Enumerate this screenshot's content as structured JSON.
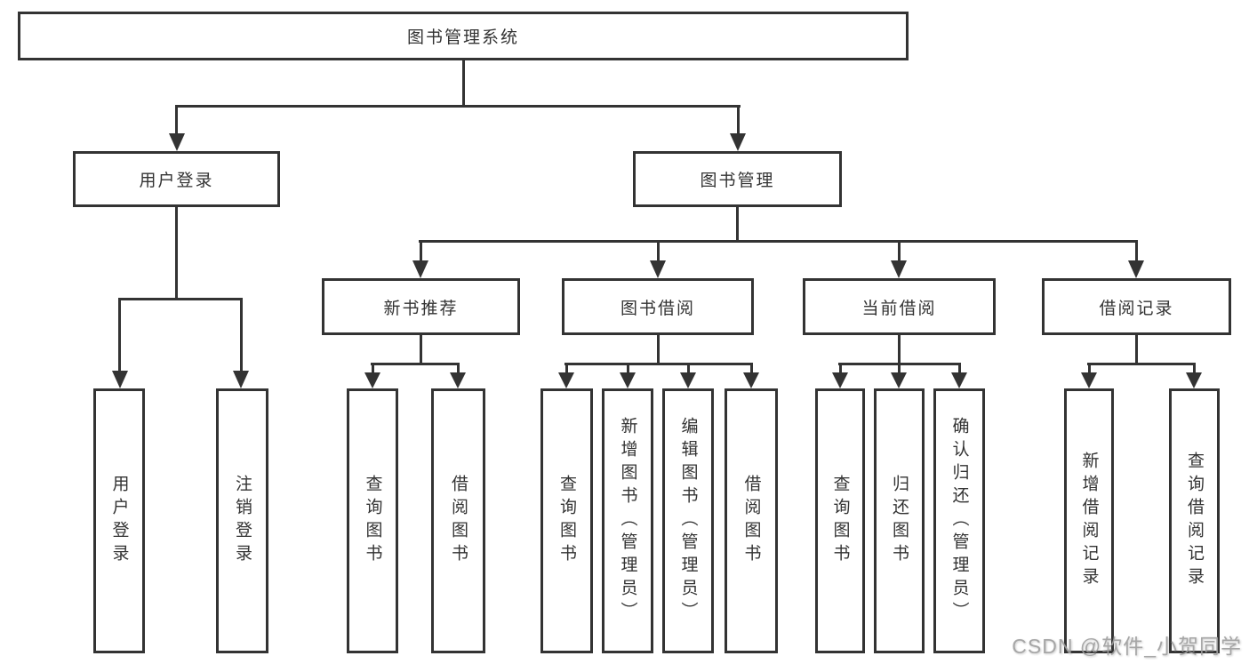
{
  "page": {
    "background": "#ffffff"
  },
  "colors": {
    "line": "#333333",
    "box_border": "#333333",
    "text": "#333333",
    "watermark": "#9f9f9f"
  },
  "watermark": {
    "text": "CSDN @软件_小贺同学"
  },
  "nodes": {
    "root": {
      "label": "图书管理系统"
    },
    "user_login": {
      "label": "用户登录"
    },
    "book_management": {
      "label": "图书管理"
    },
    "new_book_recommend": {
      "label": "新书推荐"
    },
    "book_borrow": {
      "label": "图书借阅"
    },
    "current_borrow": {
      "label": "当前借阅"
    },
    "borrow_records": {
      "label": "借阅记录"
    },
    "leaf_user_login": {
      "label": "用户登录"
    },
    "leaf_logout": {
      "label": "注销登录"
    },
    "leaf_query_book_a": {
      "label": "查询图书"
    },
    "leaf_borrow_book_a": {
      "label": "借阅图书"
    },
    "leaf_query_book_b": {
      "label": "查询图书"
    },
    "leaf_add_book": {
      "label": "新增图书（管理员）"
    },
    "leaf_edit_book": {
      "label": "编辑图书（管理员）"
    },
    "leaf_borrow_book_b": {
      "label": "借阅图书"
    },
    "leaf_query_book_c": {
      "label": "查询图书"
    },
    "leaf_return_book": {
      "label": "归还图书"
    },
    "leaf_confirm_return": {
      "label": "确认归还（管理员）"
    },
    "leaf_add_record": {
      "label": "新增借阅记录"
    },
    "leaf_query_record": {
      "label": "查询借阅记录"
    }
  },
  "hierarchy": {
    "root": "图书管理系统",
    "children": [
      {
        "label": "用户登录",
        "children": [
          "用户登录",
          "注销登录"
        ]
      },
      {
        "label": "图书管理",
        "children": [
          {
            "label": "新书推荐",
            "children": [
              "查询图书",
              "借阅图书"
            ]
          },
          {
            "label": "图书借阅",
            "children": [
              "查询图书",
              "新增图书（管理员）",
              "编辑图书（管理员）",
              "借阅图书"
            ]
          },
          {
            "label": "当前借阅",
            "children": [
              "查询图书",
              "归还图书",
              "确认归还（管理员）"
            ]
          },
          {
            "label": "借阅记录",
            "children": [
              "新增借阅记录",
              "查询借阅记录"
            ]
          }
        ]
      }
    ]
  }
}
